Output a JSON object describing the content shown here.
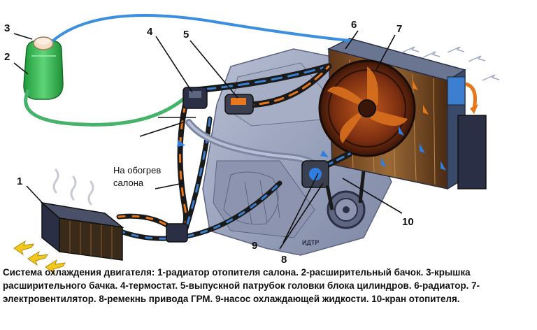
{
  "labels": {
    "n1": "1",
    "n2": "2",
    "n3": "3",
    "n4": "4",
    "n5": "5",
    "n6": "6",
    "n7": "7",
    "n8": "8",
    "n9": "9",
    "n10": "10"
  },
  "heater_label": {
    "line1": "На обогрев",
    "line2": "салона"
  },
  "caption": "Система охлаждения двигателя: 1-радиатор отопителя салона. 2-расширительный бачок. 3-крышка расширительного бачка. 4-термостат. 5-выпускной патрубок головки блока цилиндров. 6-радиатор. 7-электровентилятор. 8-ремекнь привода ГРМ. 9-насос охлаждающей жидкости. 10-кран отопителя.",
  "colors": {
    "hot_coolant": "#e8761a",
    "cold_coolant": "#2f7fe0",
    "tank": "#2fb84a",
    "hose_blue": "#3b8fe0",
    "hose_green": "#46b36a",
    "engine": "#9aa3bd",
    "radiator_core": "#8d5a2b",
    "warm_air": "#f2c81a"
  }
}
